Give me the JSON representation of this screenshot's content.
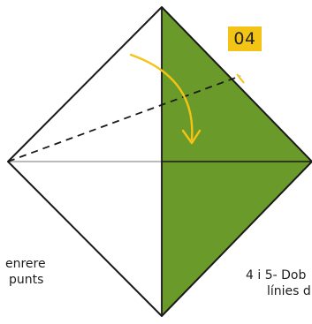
{
  "step": {
    "number": "04"
  },
  "captions": {
    "left_line1": "enrere",
    "left_line2": "punts",
    "right_line1": "4 i 5- Dob",
    "right_line2": "línies d"
  },
  "colors": {
    "paper_green": "#6a9a2a",
    "paper_white": "#ffffff",
    "outline": "#1a1a1a",
    "crease": "#bbbbbb",
    "arrow": "#f3c316",
    "badge": "#f3c316"
  },
  "icons": {
    "fold_arrow": "curved-arrow-down-icon"
  }
}
